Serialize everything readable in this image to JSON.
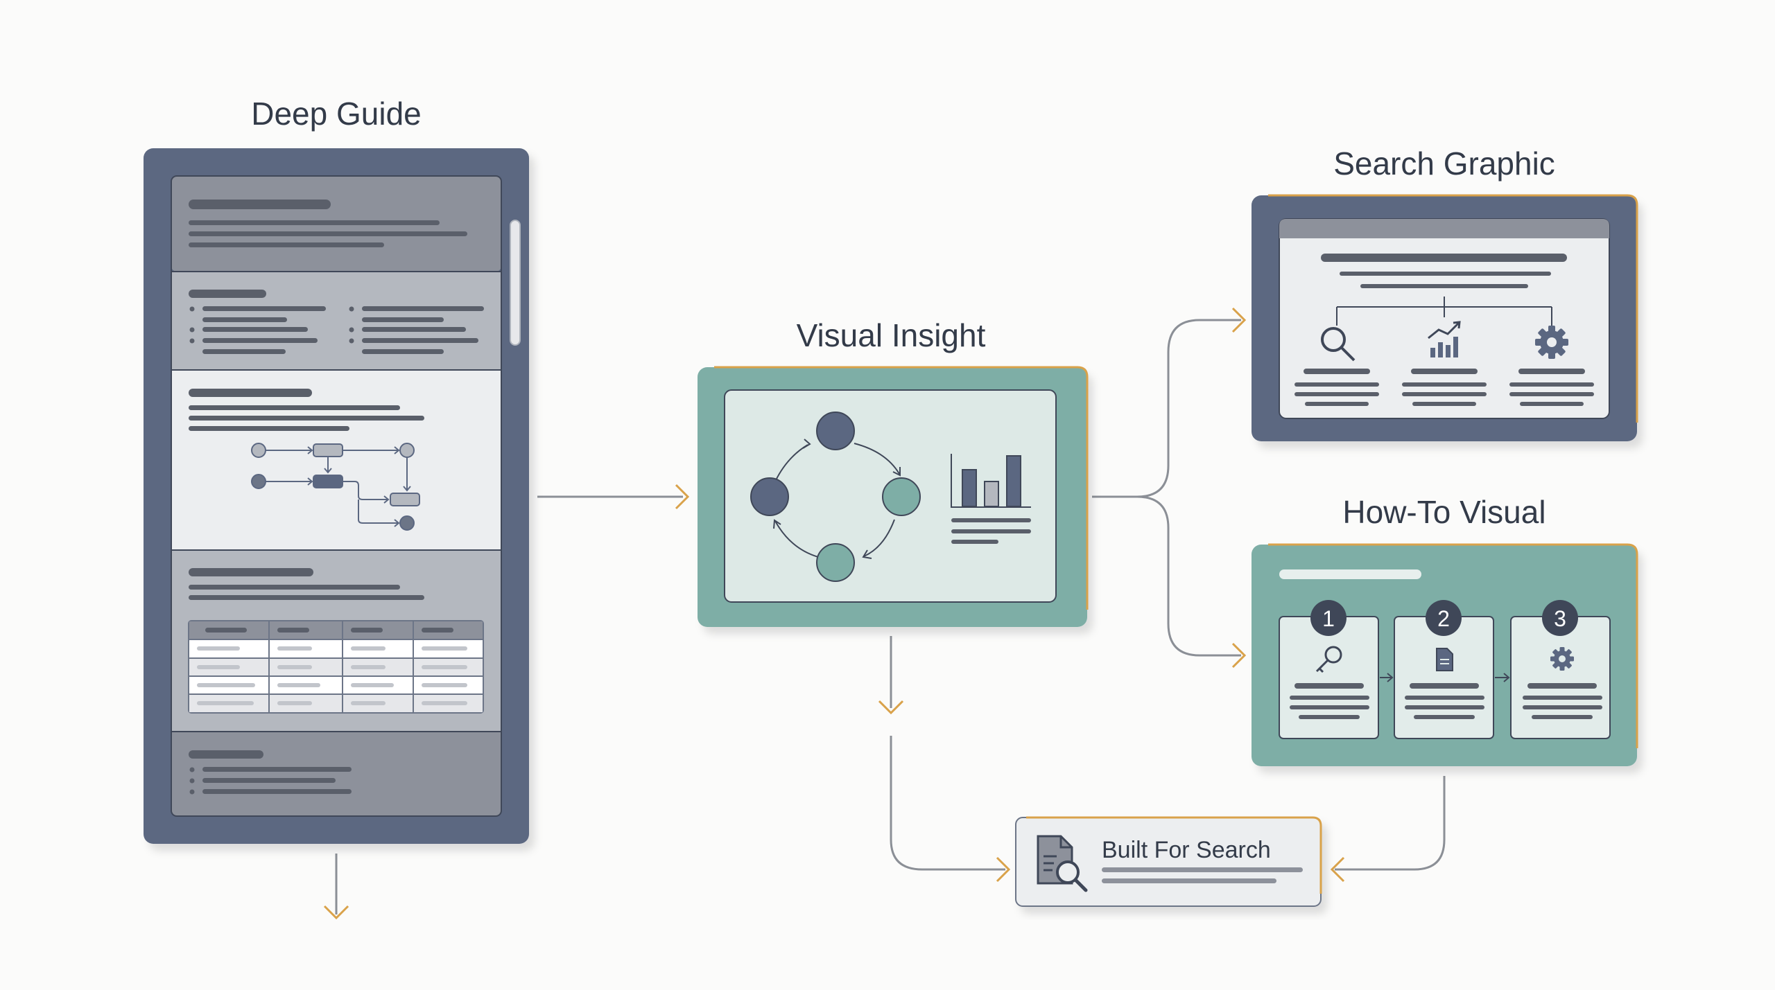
{
  "labels": {
    "deep_guide": "Deep Guide",
    "visual_insight": "Visual Insight",
    "search_graphic": "Search Graphic",
    "howto_visual": "How-To Visual",
    "built_for_search": "Built For Search"
  },
  "steps": [
    "1",
    "2",
    "3"
  ],
  "colors": {
    "slate": "#5b6781",
    "teal": "#7eaea6",
    "accent": "#d9a24a",
    "connector": "#8b8f96"
  }
}
